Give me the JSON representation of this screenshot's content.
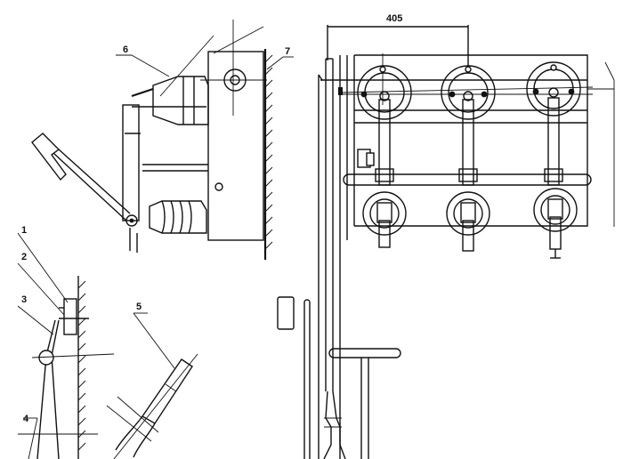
{
  "labels": {
    "l1": "1",
    "l2": "2",
    "l3": "3",
    "l4": "4",
    "l5": "5",
    "l6": "6",
    "l7": "7"
  },
  "dimension": "405"
}
